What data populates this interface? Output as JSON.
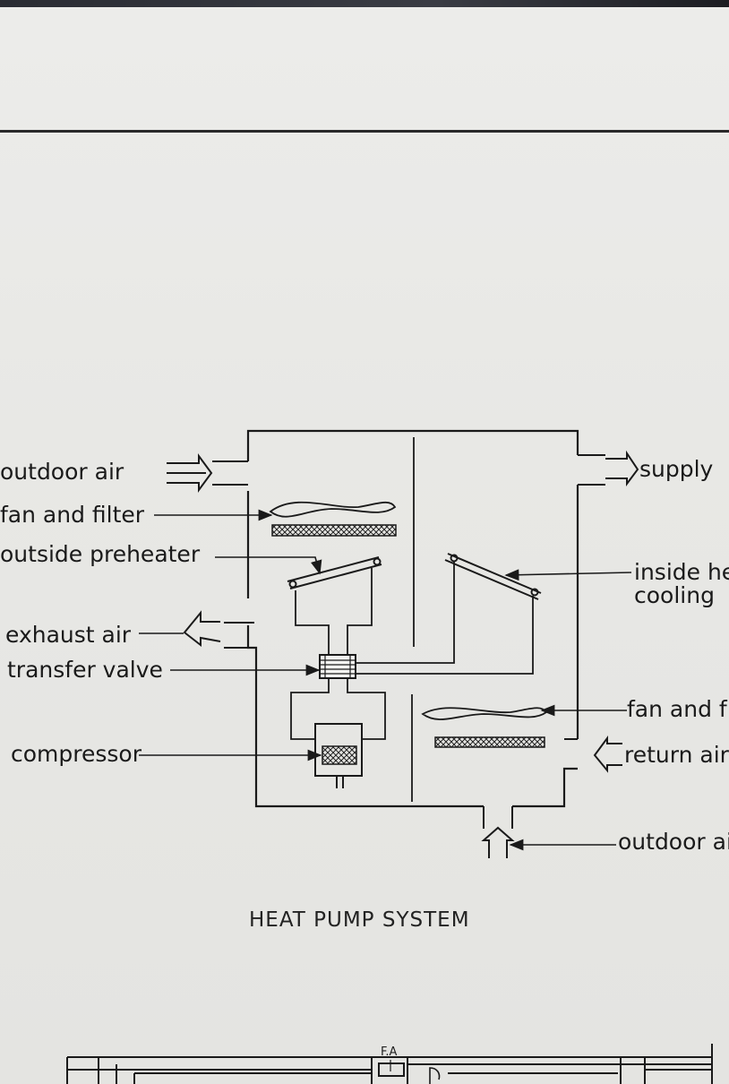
{
  "diagram": {
    "title": "HEAT PUMP SYSTEM",
    "labels": {
      "outdoor_air_in": "outdoor air",
      "fan_filter_left": "fan and filter",
      "outside_preheater": "outside preheater",
      "exhaust_air": "exhaust air",
      "transfer_valve": "transfer valve",
      "compressor": "compressor",
      "supply": "supply",
      "inside_heater": "inside he",
      "cooling": "cooling",
      "fan_filter_right": "fan and f",
      "return_air": "return air",
      "outdoor_air_bottom": "outdoor ai"
    }
  },
  "bottom_drawing": {
    "fa_label": "F.A"
  }
}
